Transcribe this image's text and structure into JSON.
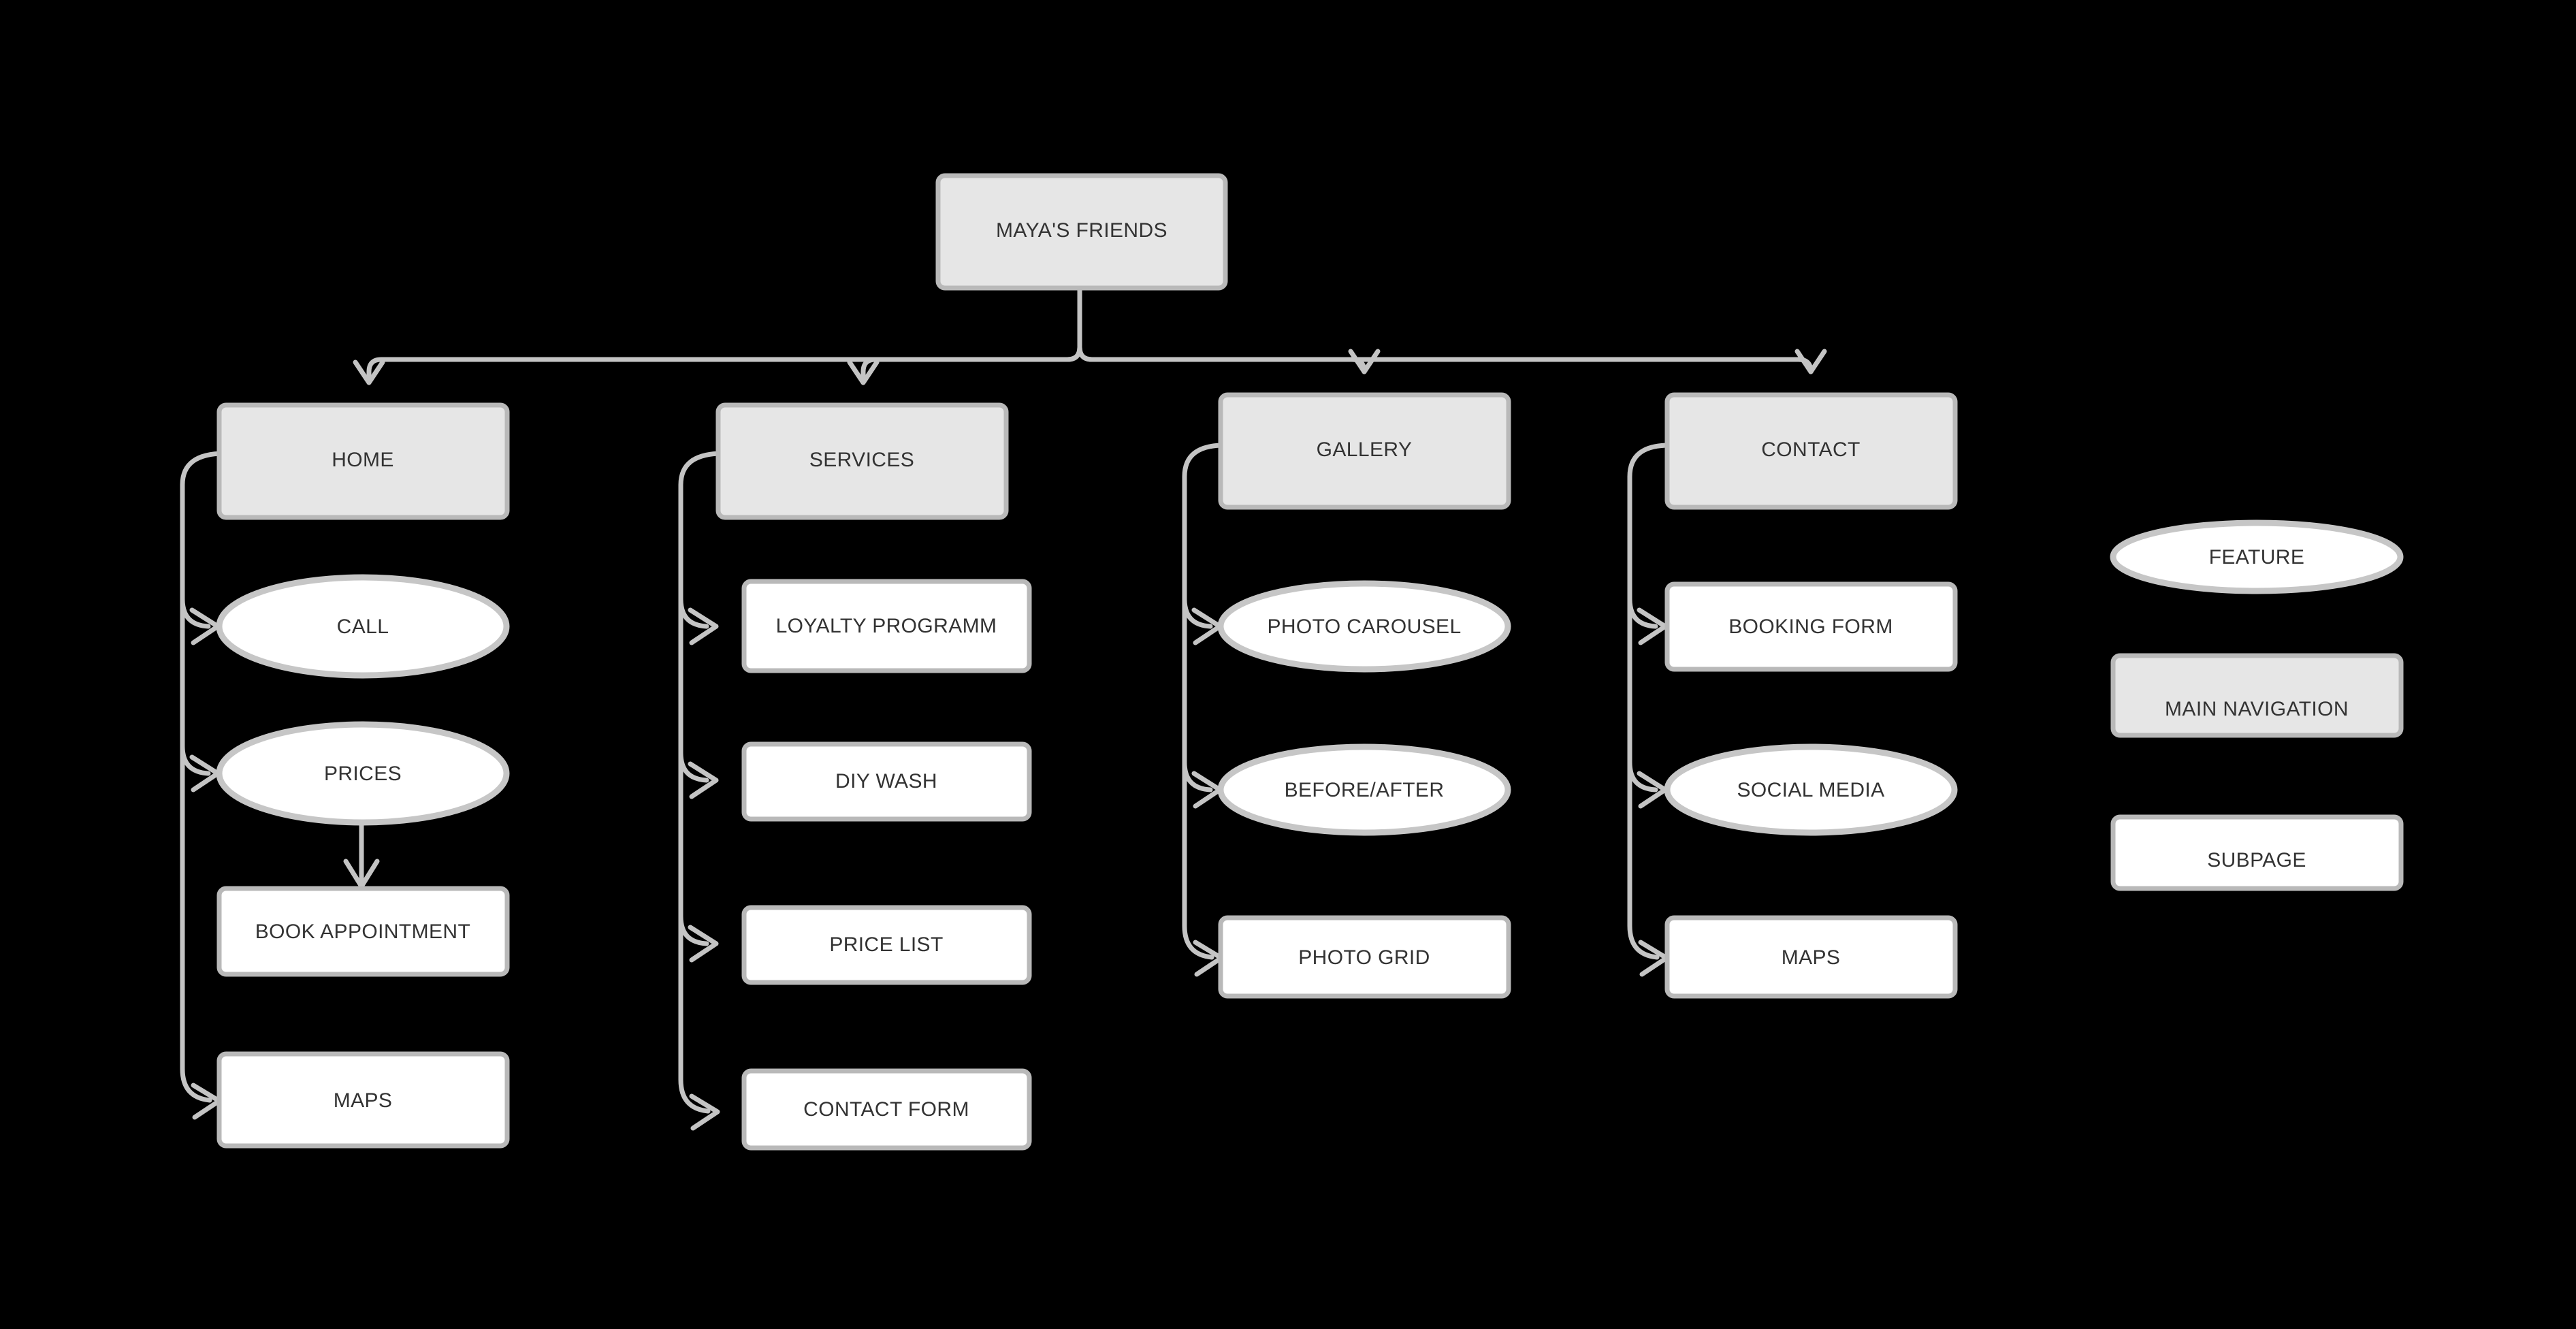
{
  "diagram": {
    "title": "MAYA'S FRIENDS",
    "background_color": "#000000",
    "nav_fill_color": "#E6E6E6",
    "subpage_fill_color": "#FFFFFF",
    "feature_fill_color": "#FFFFFF",
    "border_color": "#C4C4C4",
    "text_color": "#333333"
  },
  "root": {
    "label": "MAYA'S FRIENDS",
    "shape": "rectangle",
    "type": "main-navigation"
  },
  "columns": [
    {
      "key": "home",
      "header": {
        "label": "HOME",
        "shape": "rectangle",
        "type": "main-navigation"
      },
      "children": [
        {
          "label": "CALL",
          "shape": "ellipse",
          "type": "feature"
        },
        {
          "label": "PRICES",
          "shape": "ellipse",
          "type": "feature"
        },
        {
          "label": "BOOK APPOINTMENT",
          "shape": "rectangle",
          "type": "subpage"
        },
        {
          "label": "MAPS",
          "shape": "rectangle",
          "type": "subpage"
        }
      ]
    },
    {
      "key": "services",
      "header": {
        "label": "SERVICES",
        "shape": "rectangle",
        "type": "main-navigation"
      },
      "children": [
        {
          "label": "LOYALTY PROGRAMM",
          "shape": "rectangle",
          "type": "subpage"
        },
        {
          "label": "DIY WASH",
          "shape": "rectangle",
          "type": "subpage"
        },
        {
          "label": "PRICE LIST",
          "shape": "rectangle",
          "type": "subpage"
        },
        {
          "label": "CONTACT FORM",
          "shape": "rectangle",
          "type": "subpage"
        }
      ]
    },
    {
      "key": "gallery",
      "header": {
        "label": "GALLERY",
        "shape": "rectangle",
        "type": "main-navigation"
      },
      "children": [
        {
          "label": "PHOTO CAROUSEL",
          "shape": "ellipse",
          "type": "feature"
        },
        {
          "label": "BEFORE/AFTER",
          "shape": "ellipse",
          "type": "feature"
        },
        {
          "label": "PHOTO GRID",
          "shape": "rectangle",
          "type": "subpage"
        }
      ]
    },
    {
      "key": "contact",
      "header": {
        "label": "CONTACT",
        "shape": "rectangle",
        "type": "main-navigation"
      },
      "children": [
        {
          "label": "BOOKING FORM",
          "shape": "rectangle",
          "type": "subpage"
        },
        {
          "label": "SOCIAL MEDIA",
          "shape": "ellipse",
          "type": "feature"
        },
        {
          "label": "MAPS",
          "shape": "rectangle",
          "type": "subpage"
        }
      ]
    }
  ],
  "legend": {
    "items": [
      {
        "label": "FEATURE",
        "shape": "ellipse",
        "type": "feature"
      },
      {
        "label": "MAIN NAVIGATION",
        "shape": "rectangle",
        "type": "main-navigation"
      },
      {
        "label": "SUBPAGE",
        "shape": "rectangle",
        "type": "subpage"
      }
    ]
  }
}
